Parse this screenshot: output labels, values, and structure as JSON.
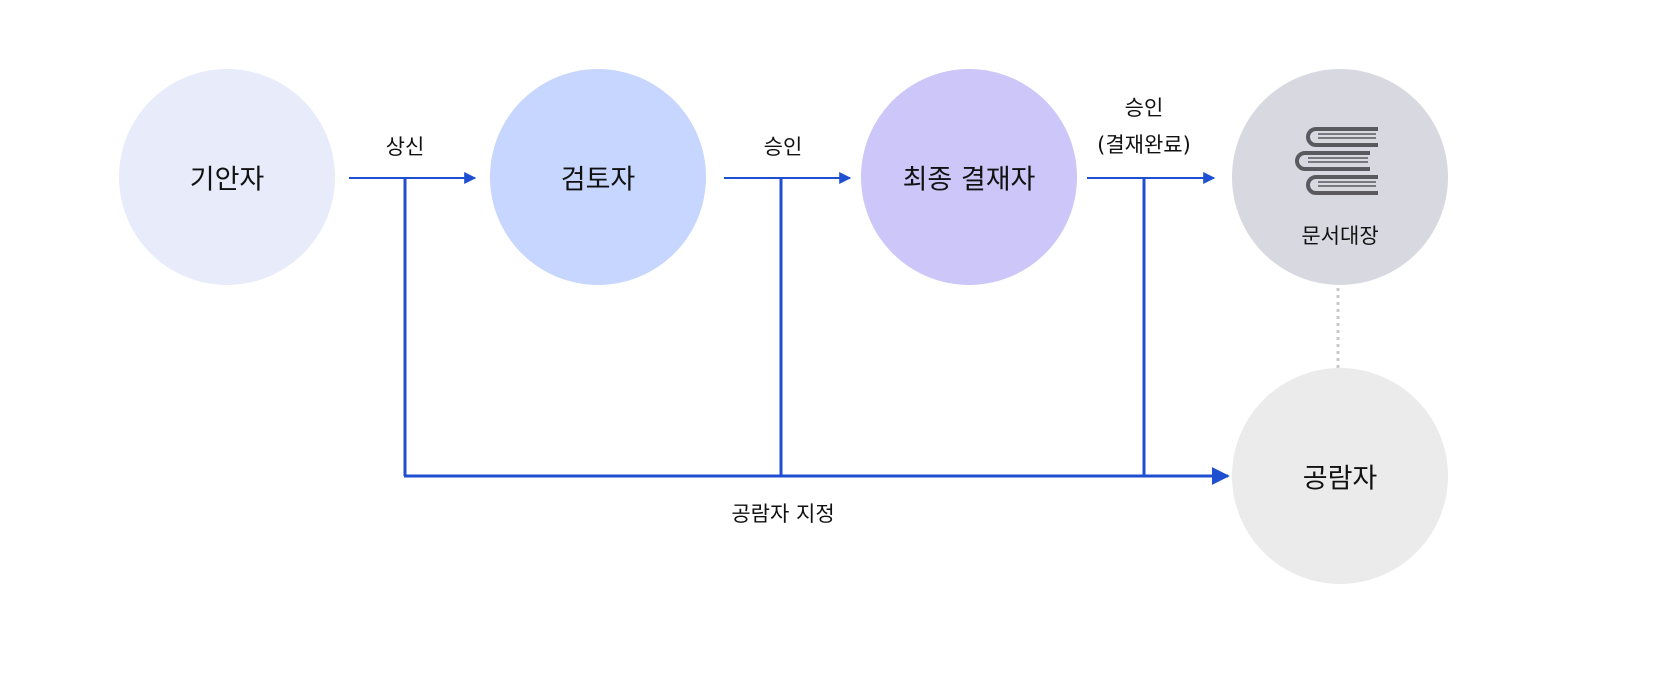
{
  "nodes": {
    "drafter": {
      "label": "기안자",
      "color": "#e7ebfa"
    },
    "reviewer": {
      "label": "검토자",
      "color": "#c7d6fe"
    },
    "final_approver": {
      "label": "최종 결재자",
      "color": "#cdc6f8"
    },
    "document_ledger": {
      "label": "문서대장",
      "color": "#d8d8e0",
      "icon": "books-icon"
    },
    "viewer": {
      "label": "공람자",
      "color": "#ebebeb"
    }
  },
  "edges": {
    "submit": "상신",
    "approve1": "승인",
    "approve2": "승인",
    "approve2_note": "(결재완료)",
    "assign_viewer": "공람자 지정"
  },
  "colors": {
    "arrow": "#1f4fd1",
    "dotted": "#c8c8c8",
    "icon": "#5a5a5e"
  }
}
